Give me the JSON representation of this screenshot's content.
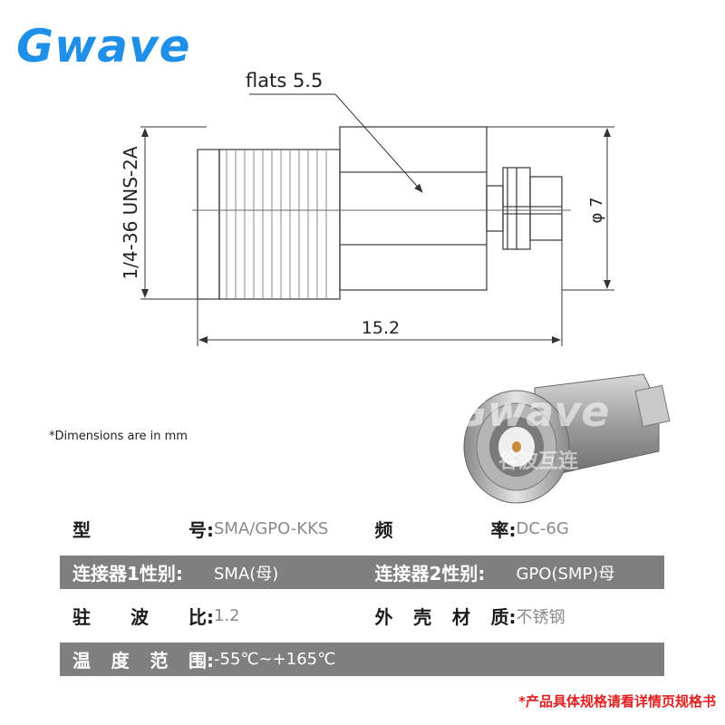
{
  "brand": {
    "logo_text": "Gwave",
    "accent_color": "#1f8fe8"
  },
  "drawing": {
    "thread_label": "1/4-36 UNS-2A",
    "flats_label": "flats 5.5",
    "diameter_label": "φ 7",
    "length_label": "15.2"
  },
  "photo": {
    "watermark_latin": "Gwave",
    "watermark_chinese": "谷波互连"
  },
  "footnote": "*Dimensions are in mm",
  "specs": {
    "rows": [
      {
        "shaded": false,
        "left": {
          "label_chars": [
            "型",
            "号"
          ],
          "value": "SMA/GPO-KKS"
        },
        "right": {
          "label_chars": [
            "频",
            "率"
          ],
          "value": "DC-6G"
        }
      },
      {
        "shaded": true,
        "left": {
          "label": "连接器1性别:",
          "value": "SMA(母)"
        },
        "right": {
          "label": "连接器2性别:",
          "value": "GPO(SMP)母"
        }
      },
      {
        "shaded": false,
        "left": {
          "label_chars": [
            "驻",
            "波",
            "比"
          ],
          "value": "1.2"
        },
        "right": {
          "label_chars": [
            "外",
            "壳",
            "材",
            "质"
          ],
          "value": "不锈钢"
        }
      },
      {
        "shaded": true,
        "left": {
          "label_chars": [
            "温",
            "度",
            "范",
            "围"
          ],
          "value": "-55℃~+165℃"
        }
      }
    ],
    "row_color": "#7f7f7f"
  },
  "note": "*产品具体规格请看详情页规格书",
  "note_color": "#e02020"
}
